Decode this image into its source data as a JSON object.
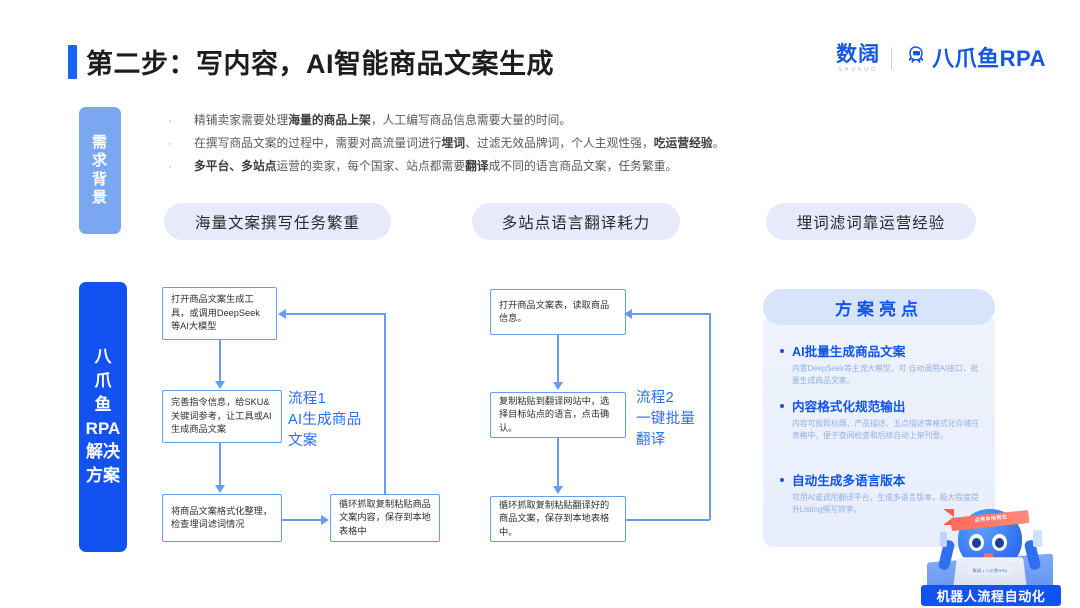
{
  "header": {
    "title": "第二步：写内容，AI智能商品文案生成",
    "accent_color": "#1a62f2",
    "brand": {
      "shukuo": "数阔",
      "shukuo_sub": "SHUKUO",
      "rpa_name": "八爪鱼RPA",
      "rpa_icon": "octopus-icon"
    }
  },
  "side_tabs": {
    "demand": {
      "chars": [
        "需",
        "求",
        "背",
        "景"
      ],
      "color": "#7aa7f0"
    },
    "solution": {
      "chars": [
        "八",
        "爪",
        "鱼",
        "RPA",
        "解决",
        "方案"
      ],
      "color": "#1152f0"
    }
  },
  "bullets": [
    {
      "marker": "·",
      "html": "精铺卖家需要处理<b>海量的商品上架</b>，人工编写商品信息需要大量的时间。"
    },
    {
      "marker": "·",
      "html": "在撰写商品文案的过程中，需要对高流量词进行<b>埋词</b>、过滤无效品牌词，个人主观性强，<b>吃运营经验</b>。"
    },
    {
      "marker": "·",
      "html": "<b>多平台、多站点</b>运营的卖家，每个国家、站点都需要<b>翻译</b>成不同的语言商品文案，任务繁重。"
    }
  ],
  "pills": [
    "海量文案撰写任务繁重",
    "多站点语言翻译耗力",
    "埋词滤词靠运营经验"
  ],
  "flow1": {
    "label": "流程1\nAI生成商品\n文案",
    "label_lines": [
      "流程1",
      "AI生成商品",
      "文案"
    ],
    "boxes": [
      "打开商品文案生成工具，或调用DeepSeek等AI大模型",
      "完善指令信息，给SKU&关键词参考，让工具或AI生成商品文案",
      "将商品文案格式化整理，检查埋词滤词情况",
      "循环抓取复制粘贴商品文案内容，保存到本地表格中"
    ]
  },
  "flow2": {
    "label_lines": [
      "流程2",
      "一键批量",
      "翻译"
    ],
    "boxes": [
      "打开商品文案表，读取商品信息。",
      "复制粘贴到翻译网站中，选择目标站点的语言，点击确认。",
      "循环抓取复制粘贴翻译好的商品文案，保存到本地表格中。"
    ]
  },
  "highlights": {
    "heading": "方案亮点",
    "items": [
      {
        "title": "AI批量生成商品文案",
        "desc": "内置DeepSeek等主流大模型，可 自动调用AI接口，批量生成商品文案。"
      },
      {
        "title": "内容格式化规范输出",
        "desc": "内容可按照标题、产品描述、五点描述等格式化存储在表格中，便于查阅检查和后续自动上架刊登。"
      },
      {
        "title": "自动生成多语言版本",
        "desc": "可用AI或调用翻译平台，生成多语言版本，极大程度提升Listing撰写效率。"
      }
    ]
  },
  "mascot": {
    "caption": "机器人流程自动化",
    "band_text": "点亮本地岗位",
    "laptop_logo": "数阔 | 八爪鱼RPA"
  }
}
